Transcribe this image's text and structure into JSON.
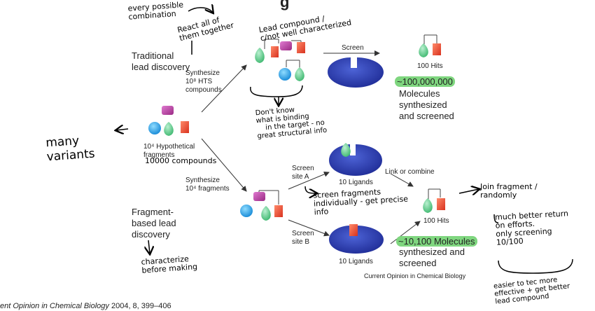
{
  "title_fragment": "g",
  "traditional": {
    "label_line1": "Traditional",
    "label_line2": "lead discovery",
    "synth_line1": "Synthesize",
    "synth_line2": "10⁸ HTS",
    "synth_line3": "compounds",
    "screen_label": "Screen",
    "hits": "100 Hits",
    "count": "~100,000,000",
    "desc_line1": "Molecules",
    "desc_line2": "synthesized",
    "desc_line3": "and screened"
  },
  "center": {
    "frag_line1": "10⁴ Hypothetical",
    "frag_line2": "fragments"
  },
  "fragment": {
    "synth_line1": "Synthesize",
    "synth_line2": "10⁴ fragments",
    "label_line1": "Fragment-",
    "label_line2": "based lead",
    "label_line3": "discovery",
    "siteA_line1": "Screen",
    "siteA_line2": "site A",
    "siteB_line1": "Screen",
    "siteB_line2": "site B",
    "ligands_top": "10 Ligands",
    "ligands_bottom": "10 Ligands",
    "link": "Link or combine",
    "hits": "100 Hits",
    "count": "~10,100 Molecules",
    "desc_line1": "synthesized and",
    "desc_line2": "screened"
  },
  "footer": {
    "source": "Current Opinion in Chemical Biology",
    "citation_italic": "ent Opinion in Chemical Biology",
    "citation_rest": " 2004, 8, 399–406"
  },
  "handwriting": {
    "every": "every possible\ncombination",
    "react": "React all of\nthem together",
    "lead": "Lead compound /\nc/not well characterized",
    "dont_know": "Don't know\nwhat is binding\n    in the target - no\ngreat structural info",
    "many": "many\nvariants",
    "ten_thousand": "10000 compounds",
    "screen_frag": "screen fragments\nindividually - get precise\ninfo",
    "characterize": "characterize\nbefore making",
    "join": "Join fragment /\nrandomly",
    "better": "much better return\non efforts.\nonly screening\n10/100",
    "easier": "easier to tec more\neffective + get better\nlead compound"
  },
  "colors": {
    "protein": "#2f3fb3",
    "green_fragment": "#5fcf8f",
    "red_fragment": "#ee4e3a",
    "magenta_fragment": "#b83a9c",
    "blue_fragment": "#22a3e8",
    "highlight": "#7fd67f"
  }
}
